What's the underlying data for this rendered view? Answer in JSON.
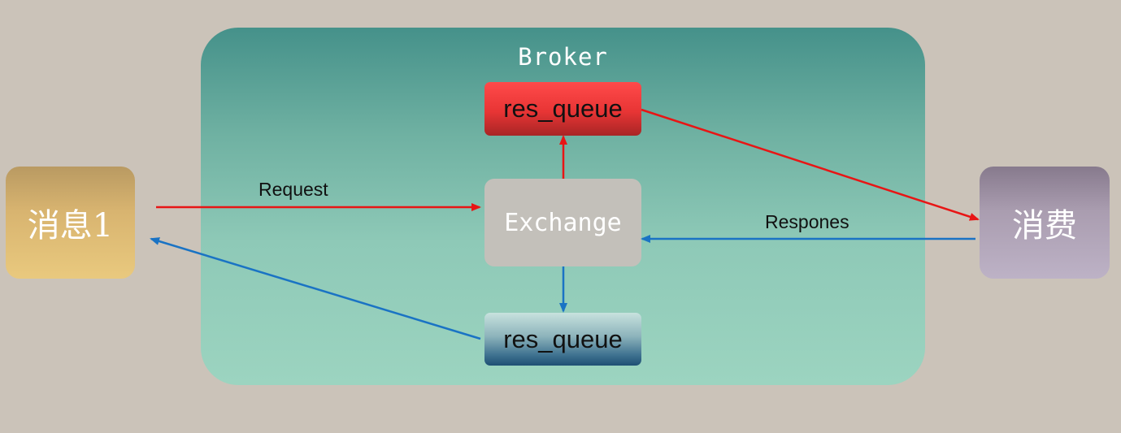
{
  "broker": {
    "label": "Broker"
  },
  "nodes": {
    "producer": "消息1",
    "consumer": "消费",
    "exchange": "Exchange",
    "request_queue": "res_queue",
    "response_queue": "res_queue"
  },
  "edges": {
    "request_label": "Request",
    "response_label": "Respones"
  },
  "colors": {
    "request_arrow": "#e81515",
    "response_arrow": "#1a73c4",
    "broker_top": "#45918a",
    "broker_bottom": "#9cd4c0",
    "background": "#cbc3b9"
  }
}
